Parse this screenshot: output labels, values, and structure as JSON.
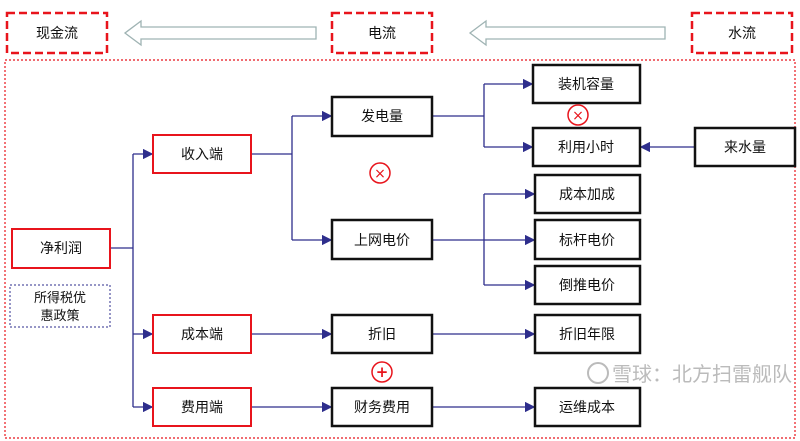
{
  "header": {
    "cash_flow": "现金流",
    "current_flow": "电流",
    "water_flow": "水流"
  },
  "nodes": {
    "net_profit": "净利润",
    "tax_policy_line1": "所得税优",
    "tax_policy_line2": "惠政策",
    "revenue": "收入端",
    "cost": "成本端",
    "expense": "费用端",
    "generation": "发电量",
    "grid_price": "上网电价",
    "depreciation": "折旧",
    "finance_cost": "财务费用",
    "installed_capacity": "装机容量",
    "utilization_hours": "利用小时",
    "cost_plus": "成本加成",
    "benchmark_price": "标杆电价",
    "reverse_price": "倒推电价",
    "depreciation_years": "折旧年限",
    "om_cost": "运维成本",
    "water_inflow": "来水量"
  },
  "operators": {
    "multiply": "×",
    "plus": "+"
  },
  "watermark": "雪球：北方扫雷舰队",
  "colors": {
    "red": "#e8141c",
    "connector": "#2e2e8c",
    "dotted_blue": "#2e2e8c",
    "arrow_outline": "#9fb3b3"
  }
}
